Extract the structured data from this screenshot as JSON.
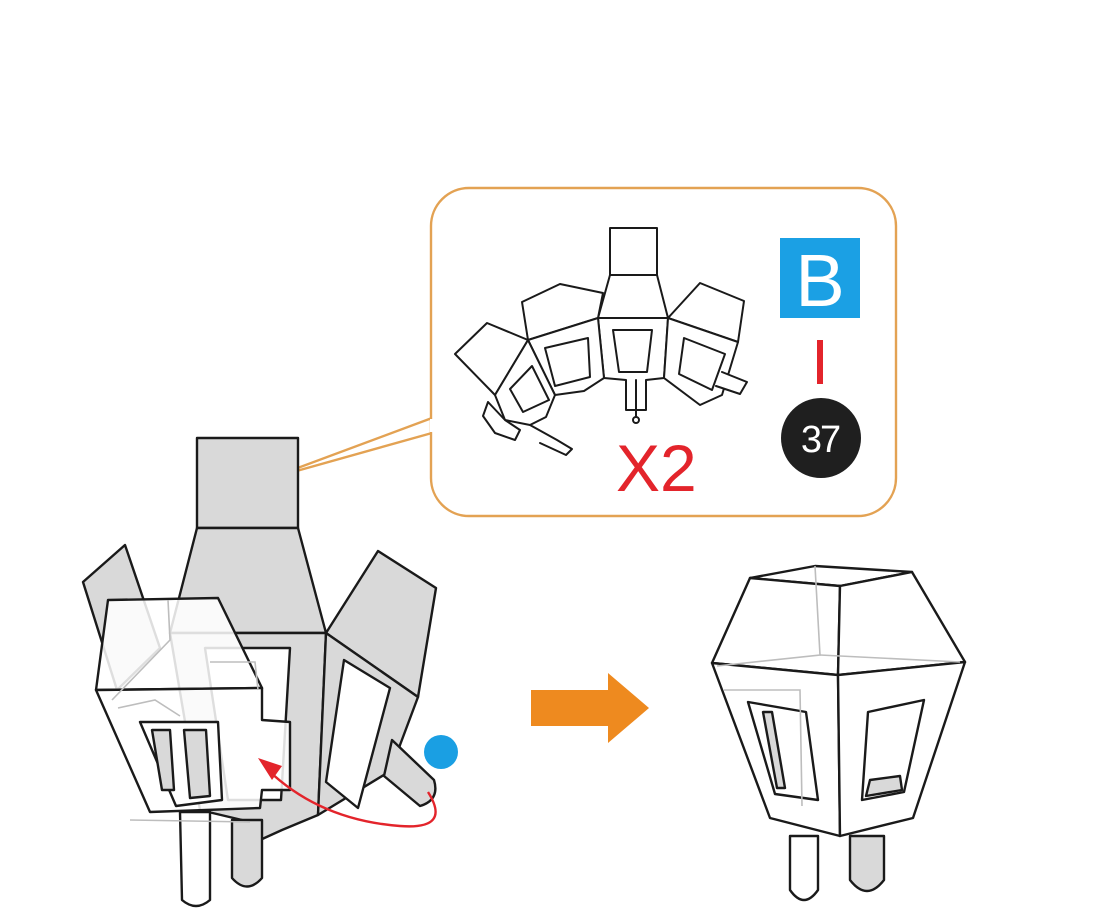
{
  "callout": {
    "quantity_label": "X2",
    "sheet_letter": "B",
    "step_number": "37"
  },
  "colors": {
    "callout_border": "#e3a253",
    "quantity_red": "#e3242b",
    "sheet_badge_blue": "#1ba0e4",
    "step_badge_black": "#1f1f1f",
    "arrow_orange": "#ee8a1f",
    "part_grey": "#d9d9d9",
    "guide_dot_blue": "#1a9fe3",
    "rotation_arrow_red": "#e3242b"
  },
  "icons": [
    "folding-piece-icon",
    "rotate-arrow-icon",
    "next-step-arrow-icon",
    "guide-dot-icon"
  ]
}
